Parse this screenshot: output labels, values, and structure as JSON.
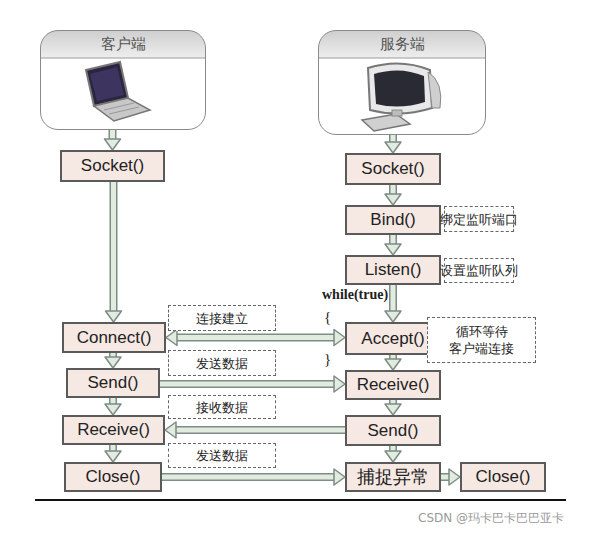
{
  "diagram": {
    "nodes": [
      {
        "text": [
          "客户端"
        ]
      },
      {
        "text": [
          "服务端"
        ]
      },
      {
        "text": [
          "Socket()"
        ]
      },
      {
        "text": [
          "Socket()"
        ]
      },
      {
        "text": [
          "Bind()"
        ]
      },
      {
        "text": [
          "Listen()"
        ]
      },
      {
        "text": [
          "Connect()"
        ]
      },
      {
        "text": [
          "Accept()"
        ]
      },
      {
        "text": [
          "Send()"
        ]
      },
      {
        "text": [
          "Receive()"
        ]
      },
      {
        "text": [
          "Receive()"
        ]
      },
      {
        "text": [
          "Send()"
        ]
      },
      {
        "text": [
          "Close()"
        ]
      },
      {
        "text": [
          "捕捉异常"
        ]
      },
      {
        "text": [
          "Close()"
        ]
      }
    ],
    "edges": [
      {
        "from": 0,
        "to": 2,
        "arrow": "to"
      },
      {
        "from": 2,
        "to": 6,
        "arrow": "to"
      },
      {
        "from": 6,
        "to": 8,
        "arrow": "to"
      },
      {
        "from": 8,
        "to": 10,
        "arrow": "to"
      },
      {
        "from": 10,
        "to": 12,
        "arrow": "to"
      },
      {
        "from": 1,
        "to": 3,
        "arrow": "to"
      },
      {
        "from": 3,
        "to": 4,
        "arrow": "to"
      },
      {
        "from": 4,
        "to": 5,
        "arrow": "to"
      },
      {
        "from": 5,
        "to": 7,
        "arrow": "to"
      },
      {
        "from": 7,
        "to": 9,
        "arrow": "to"
      },
      {
        "from": 9,
        "to": 11,
        "arrow": "to"
      },
      {
        "from": 11,
        "to": 13,
        "arrow": "to"
      },
      {
        "from": 13,
        "to": 14,
        "arrow": "to"
      },
      {
        "from": 6,
        "to": 7,
        "label": "连接建立",
        "arrow": "both"
      },
      {
        "from": 8,
        "to": 9,
        "label": "发送数据",
        "arrow": "to"
      },
      {
        "from": 11,
        "to": 10,
        "label": "接收数据",
        "arrow": "to"
      },
      {
        "from": 12,
        "to": 13,
        "label": "发送数据",
        "arrow": "to"
      }
    ],
    "labels": [
      "绑定监听端口",
      "设置监听队列",
      "循环等待 客户端连接",
      "while(true)",
      "{",
      "}",
      "CSDN @玛卡巴卡巴巴亚卡"
    ]
  }
}
